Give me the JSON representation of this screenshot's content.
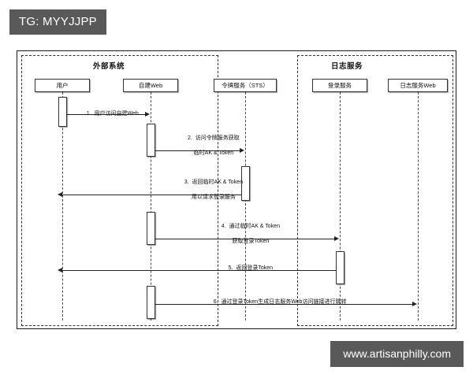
{
  "badge": {
    "label": "TG: MYYJJPP"
  },
  "watermark": {
    "label": "www.artisanphilly.com"
  },
  "diagram": {
    "type": "sequence-diagram",
    "groups": [
      {
        "title": "外部系统"
      },
      {
        "title": "日志服务"
      }
    ],
    "lifelines": [
      {
        "name": "用户"
      },
      {
        "name": "自建Web"
      },
      {
        "name": "令牌服务（STS）"
      },
      {
        "name": "登录服务"
      },
      {
        "name": "日志服务Web"
      }
    ],
    "messages": [
      {
        "number": "1.",
        "line1": "1.  用户访问自建Web",
        "line2": "",
        "from": "用户",
        "to": "自建Web",
        "direction": "right"
      },
      {
        "number": "2.",
        "line1": "2.  访问令牌服务获取",
        "line2": "临时AK & Token",
        "from": "自建Web",
        "to": "令牌服务（STS）",
        "direction": "right"
      },
      {
        "number": "3.",
        "line1": "3.  返回临时AK & Token",
        "line2": "用以请求登录服务",
        "from": "令牌服务（STS）",
        "to": "自建Web",
        "direction": "left"
      },
      {
        "number": "4.",
        "line1": "4.  通过临时AK & Token",
        "line2": "获取登录Token",
        "from": "自建Web",
        "to": "登录服务",
        "direction": "right"
      },
      {
        "number": "5.",
        "line1": "5.  返回登录Token",
        "line2": "",
        "from": "登录服务",
        "to": "自建Web",
        "direction": "left"
      },
      {
        "number": "6.",
        "line1": "6.  通过登录Token生成日志服务Web访问链接进行跳转",
        "line2": "",
        "from": "自建Web",
        "to": "日志服务Web",
        "direction": "right"
      }
    ]
  },
  "colors": {
    "badge_background": "#595959",
    "badge_text": "#ffffff",
    "diagram_border": "#1a1a1a",
    "lifeline_stroke": "#333333",
    "message_stroke": "#222222",
    "canvas": "#ffffff"
  }
}
